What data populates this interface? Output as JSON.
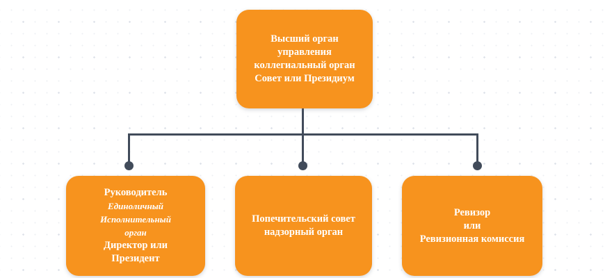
{
  "diagram_type": "org-chart",
  "colors": {
    "node_fill": "#F7931E",
    "node_text": "#FFFFFF",
    "connector": "#414B5A",
    "canvas_bg": "#FFFFFF"
  },
  "nodes": {
    "supreme": {
      "id": "supreme",
      "lines": [
        "Высший орган",
        "управления",
        "коллегиальный орган",
        "Совет или Президиум"
      ]
    },
    "leader": {
      "id": "leader",
      "lines": [
        "Руководитель",
        "Единоличный Исполнительный",
        "орган",
        "Директор или",
        "Президент"
      ]
    },
    "trustees": {
      "id": "trustees",
      "lines": [
        "Попечительский совет",
        "надзорный орган"
      ]
    },
    "auditor": {
      "id": "auditor",
      "lines": [
        "Ревизор",
        "или",
        "Ревизионная комиссия"
      ]
    }
  },
  "edges": [
    {
      "from": "supreme",
      "to": "leader"
    },
    {
      "from": "supreme",
      "to": "trustees"
    },
    {
      "from": "supreme",
      "to": "auditor"
    }
  ]
}
